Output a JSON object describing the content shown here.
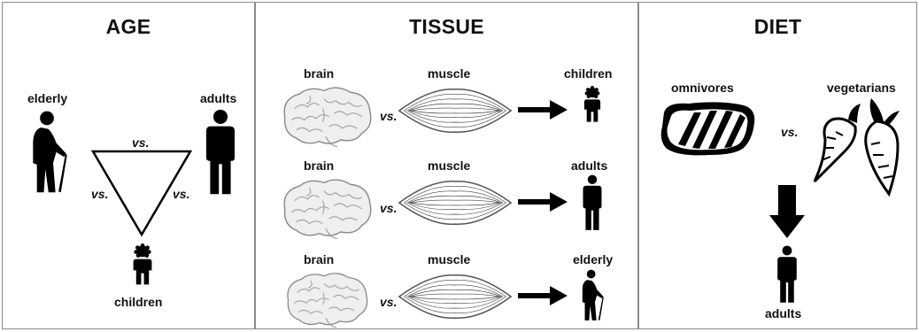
{
  "age": {
    "title": "AGE",
    "elderly": "elderly",
    "adults": "adults",
    "children": "children",
    "vs_top": "vs.",
    "vs_left": "vs.",
    "vs_right": "vs."
  },
  "tissue": {
    "title": "TISSUE",
    "rows": [
      {
        "brain": "brain",
        "muscle": "muscle",
        "vs": "vs.",
        "group": "children"
      },
      {
        "brain": "brain",
        "muscle": "muscle",
        "vs": "vs.",
        "group": "adults"
      },
      {
        "brain": "brain",
        "muscle": "muscle",
        "vs": "vs.",
        "group": "elderly"
      }
    ]
  },
  "diet": {
    "title": "DIET",
    "omnivores": "omnivores",
    "vegetarians": "vegetarians",
    "vs": "vs.",
    "adults": "adults"
  },
  "icons": [
    "elderly-person-icon",
    "adult-person-icon",
    "child-person-icon",
    "brain-icon",
    "muscle-icon",
    "arrow-right-icon",
    "arrow-down-icon",
    "steak-icon",
    "carrots-icon"
  ]
}
